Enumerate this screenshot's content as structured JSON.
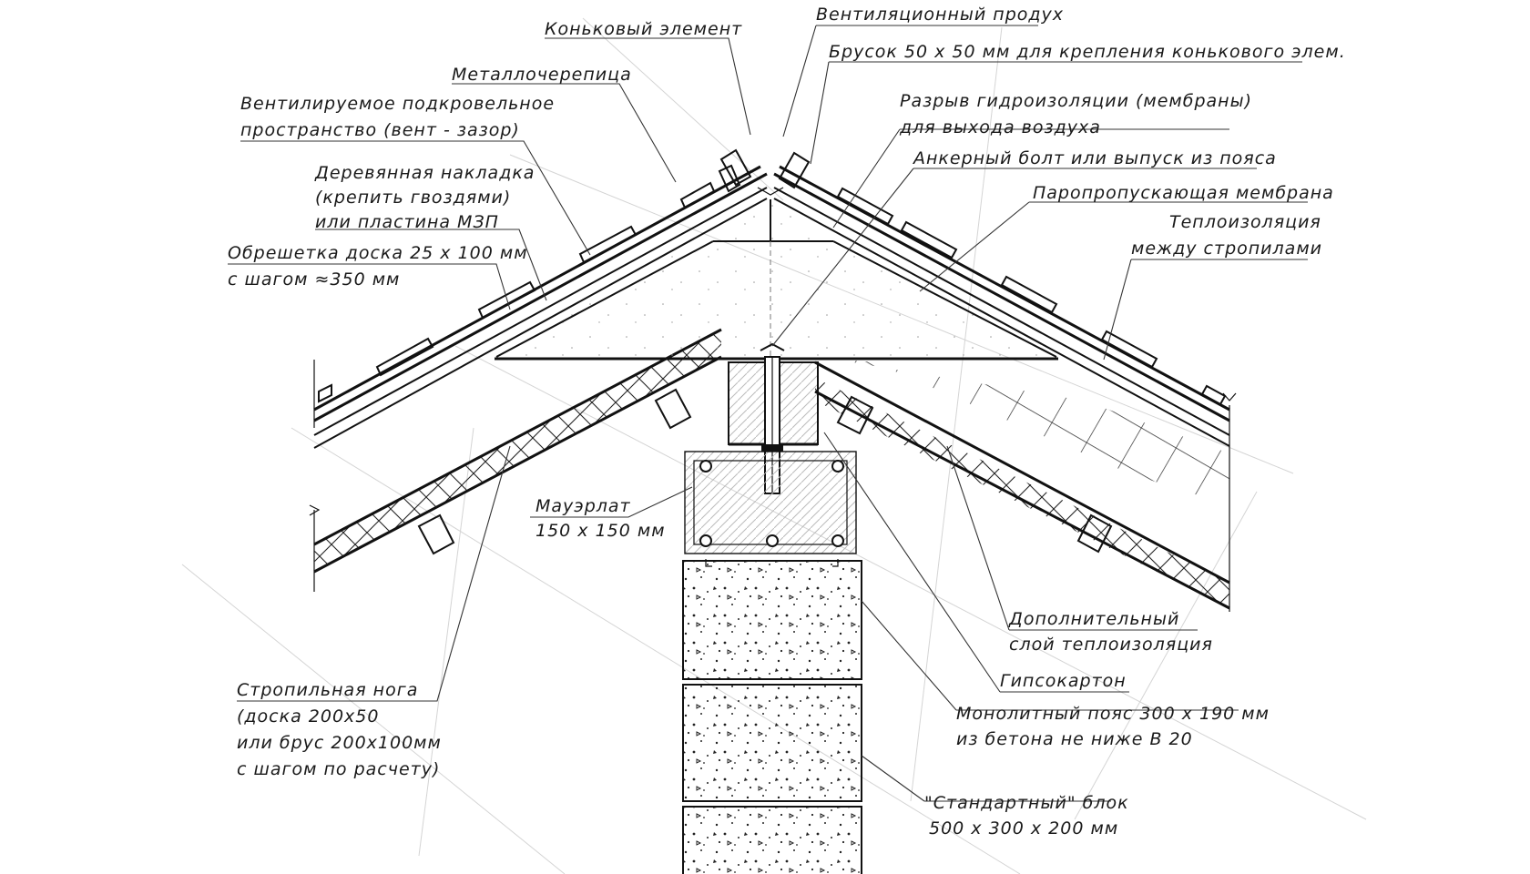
{
  "labels": {
    "ridge_element": "Коньковый элемент",
    "vent_outlet": "Вентиляционный продух",
    "ridge_bar_1": "Брусок  50 х 50 мм  для крепления конькового элем.",
    "metal_tile": "Металлочерепица",
    "vent_space_1": "Вентилируемое подкровельное",
    "vent_space_2": "пространство  (вент - зазор)",
    "membrane_gap_1": "Разрыв гидроизоляции  (мембраны)",
    "membrane_gap_2": "для выхода воздуха",
    "anchor_bolt": "Анкерный болт или выпуск из пояса",
    "wood_plate_1": "Деревянная накладка",
    "wood_plate_2": "(крепить гвоздями)",
    "wood_plate_3": "или пластина МЗП",
    "vapor_membrane": "Паропропускающая мембрана",
    "battens_1": "Обрешетка доска  25 х 100 мм",
    "battens_2": "с шагом  ≈350 мм",
    "insulation_1": "Теплоизоляция",
    "insulation_2": "между стропилами",
    "mauerlat_1": "Мауэрлат",
    "mauerlat_2": "150 х 150 мм",
    "extra_insulation_1": "Дополнительный",
    "extra_insulation_2": "слой теплоизоляция",
    "drywall": "Гипсокартон",
    "rafter_1": "Стропильная нога",
    "rafter_2": "(доска  200х50",
    "rafter_3": "или брус  200х100мм",
    "rafter_4": "с шагом по расчету)",
    "belt_1": "Монолитный пояс  300 х 190 мм",
    "belt_2": "из бетона не ниже В 20",
    "block_1": "\"Стандартный\"  блок",
    "block_2": "500  х  300  х  200  мм"
  }
}
